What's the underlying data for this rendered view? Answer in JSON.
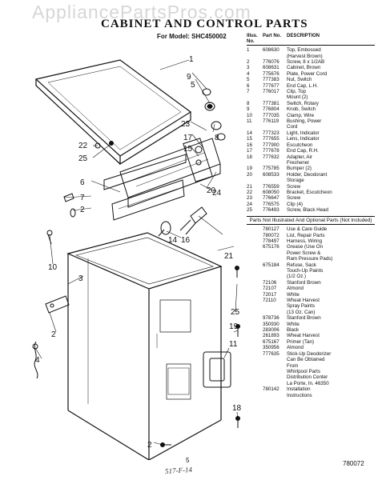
{
  "watermark": "AppliancePartsPros.com",
  "title": "CABINET AND CONTROL PARTS",
  "model_line": "For Model: SHC450002",
  "table": {
    "header": {
      "illus": "Illus. No.",
      "part": "Part No.",
      "desc": "DESCRIPTION"
    },
    "rows": [
      {
        "n": "1",
        "p": "608630",
        "d": "Top, Embossed"
      },
      {
        "n": "",
        "p": "",
        "d": "(Harvest Brown)"
      },
      {
        "n": "2",
        "p": "776076",
        "d": "Screw, 8 x 1/2AB"
      },
      {
        "n": "3",
        "p": "608631",
        "d": "Cabinet, Brown"
      },
      {
        "n": "4",
        "p": "775676",
        "d": "Plate, Power Cord"
      },
      {
        "n": "5",
        "p": "777383",
        "d": "Nut, Switch"
      },
      {
        "n": "6",
        "p": "777677",
        "d": "End Cap, L.H."
      },
      {
        "n": "7",
        "p": "776017",
        "d": "Clip, Top"
      },
      {
        "n": "",
        "p": "",
        "d": "Mount (2)"
      },
      {
        "n": "8",
        "p": "777381",
        "d": "Switch, Rotary"
      },
      {
        "n": "9",
        "p": "776804",
        "d": "Knob, Switch"
      },
      {
        "n": "10",
        "p": "777035",
        "d": "Clamp, Wire"
      },
      {
        "n": "11",
        "p": "776119",
        "d": "Bushing, Power"
      },
      {
        "n": "",
        "p": "",
        "d": "Cord"
      },
      {
        "n": "14",
        "p": "777323",
        "d": "Light, Indicator"
      },
      {
        "n": "15",
        "p": "777655",
        "d": "Lens, Indicator"
      },
      {
        "n": "16",
        "p": "777900",
        "d": "Escutcheon"
      },
      {
        "n": "17",
        "p": "777678",
        "d": "End Cap, R.H."
      },
      {
        "n": "18",
        "p": "777632",
        "d": "Adapter, Air"
      },
      {
        "n": "",
        "p": "",
        "d": "Freshener"
      },
      {
        "n": "19",
        "p": "775785",
        "d": "Bumper (2)"
      },
      {
        "n": "20",
        "p": "608533",
        "d": "Holder, Deodorant"
      },
      {
        "n": "",
        "p": "",
        "d": "Storage"
      },
      {
        "n": "21",
        "p": "776559",
        "d": "Screw"
      },
      {
        "n": "22",
        "p": "608050",
        "d": "Bracket, Escutcheon"
      },
      {
        "n": "23",
        "p": "776647",
        "d": "Screw"
      },
      {
        "n": "24",
        "p": "776575",
        "d": "Clip (4)"
      },
      {
        "n": "25",
        "p": "776493",
        "d": "Screw, Black Head"
      }
    ],
    "section_title": "Parts Not Illustrated And Optional Parts (Not Included)",
    "rows2": [
      {
        "p": "780127",
        "d": "Use & Care Guide"
      },
      {
        "p": "780072",
        "d": "List, Repair Parts"
      },
      {
        "p": "778497",
        "d": "Harness, Wiring"
      },
      {
        "p": "675176",
        "d": "Grease (Use On"
      },
      {
        "p": "",
        "d": "Power Screw &"
      },
      {
        "p": "",
        "d": "Ram Pressure Pads)"
      },
      {
        "p": "675184",
        "d": "Refuse, Sack"
      },
      {
        "p": "",
        "d": "Touch-Up Paints"
      },
      {
        "p": "",
        "d": "(1/2 Oz.)"
      },
      {
        "p": "72106",
        "d": "Stanford Brown"
      },
      {
        "p": "72107",
        "d": "Almond"
      },
      {
        "p": "72017",
        "d": "White"
      },
      {
        "p": "72110",
        "d": "Wheat Harvest"
      },
      {
        "p": "",
        "d": "Spray Paints"
      },
      {
        "p": "",
        "d": "(13 Oz. Can)"
      },
      {
        "p": "978736",
        "d": "Stanford Brown"
      },
      {
        "p": "350930",
        "d": "White"
      },
      {
        "p": "283006",
        "d": "Black"
      },
      {
        "p": "261893",
        "d": "Wheat Harvest"
      },
      {
        "p": "675167",
        "d": "Primer (Tan)"
      },
      {
        "p": "350956",
        "d": "Almond"
      },
      {
        "p": "777635",
        "d": "Stick-Up Deodorizer"
      },
      {
        "p": "",
        "d": "Can Be Obtained"
      },
      {
        "p": "",
        "d": "From"
      },
      {
        "p": "",
        "d": "Whirlpool Parts"
      },
      {
        "p": "",
        "d": "Distribution Center"
      },
      {
        "p": "",
        "d": "La Porte, In. 46350"
      },
      {
        "p": "780142",
        "d": "Installation"
      },
      {
        "p": "",
        "d": "Instructions"
      }
    ]
  },
  "callouts": [
    "1",
    "9",
    "5",
    "23",
    "8",
    "17",
    "15",
    "22",
    "25",
    "20",
    "6",
    "24",
    "7",
    "2",
    "16",
    "14",
    "21",
    "10",
    "3",
    "25",
    "19",
    "2",
    "11",
    "4",
    "18",
    "2"
  ],
  "footer": {
    "page": "5",
    "doc_number": "780072",
    "handwritten": "517-F-14"
  }
}
